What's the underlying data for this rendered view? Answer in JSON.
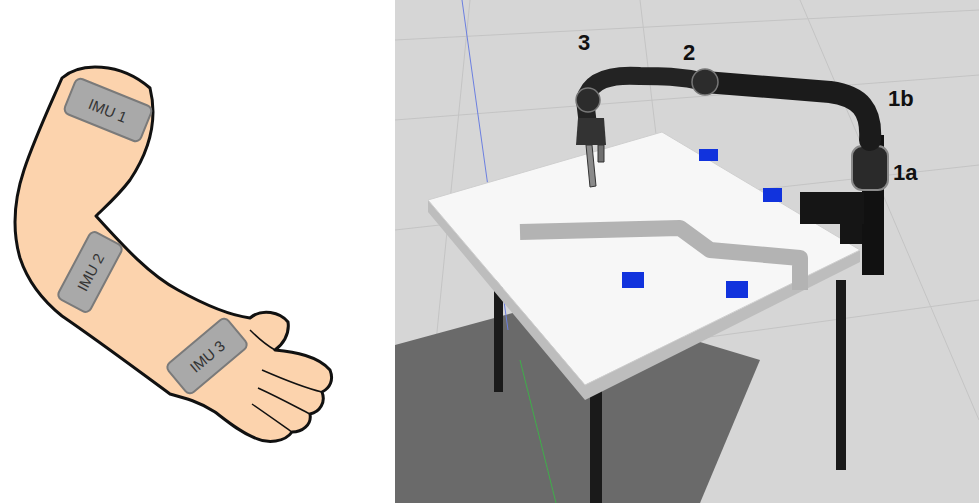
{
  "diagram": {
    "nodes": [
      {
        "text": [
          "IMU 1"
        ]
      },
      {
        "text": [
          "IMU 2"
        ]
      },
      {
        "text": [
          "IMU 3"
        ]
      }
    ],
    "labels": [
      "3",
      "2",
      "1b",
      "1a"
    ]
  }
}
